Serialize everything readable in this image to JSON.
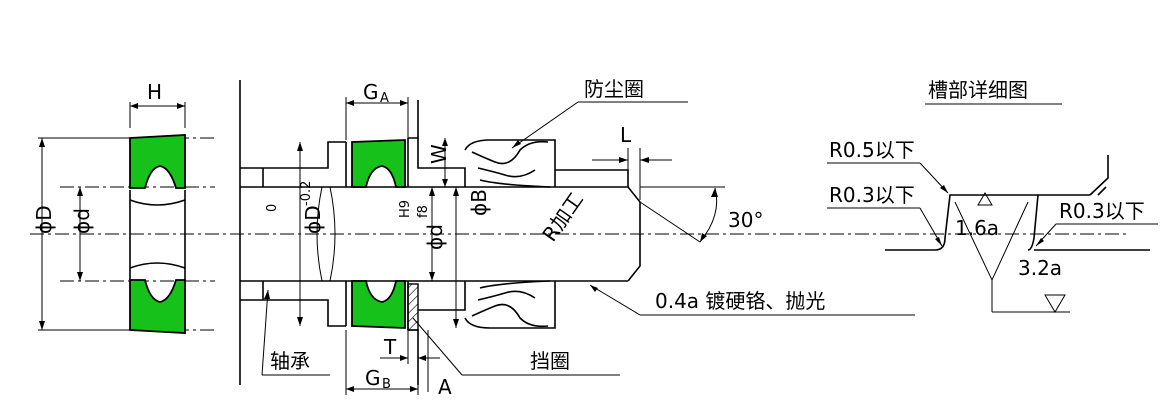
{
  "labels": {
    "H": "H",
    "GA": "G",
    "GA_sub": "A",
    "GB": "G",
    "GB_sub": "B",
    "W": "W",
    "L": "L",
    "T": "T",
    "A": "A",
    "phiD": "ϕD",
    "phid": "ϕd",
    "phiD_tol": "ϕD",
    "tol_upper": "0",
    "tol_lower": "-0.2",
    "phid_fit": "ϕd",
    "fit_class": "f8",
    "fit_upper": "H9",
    "phiB": "ϕB",
    "r_process": "R加工",
    "angle": "30°",
    "dust_ring": "防尘圈",
    "bearing": "轴承",
    "retaining_ring": "挡圈",
    "chrome": "0.4a 镀硬铬、抛光",
    "groove_title": "槽部详细图",
    "r05": "R0.5以下",
    "r03_left": "R0.3以下",
    "r03_right": "R0.3以下",
    "rough_16": "1.6a",
    "rough_32": "3.2a"
  },
  "colors": {
    "seal": "#16c21a",
    "line": "#000000"
  }
}
